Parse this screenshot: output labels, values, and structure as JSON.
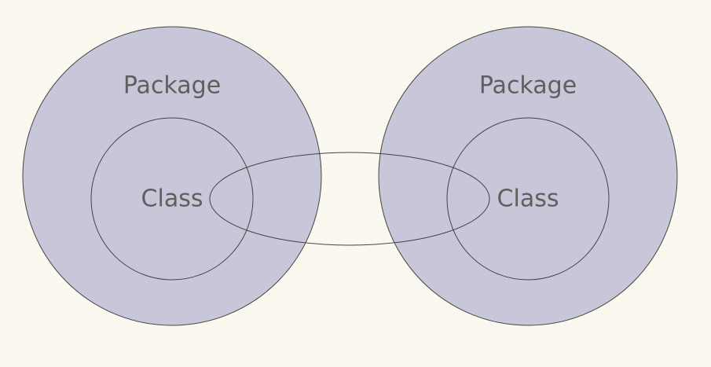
{
  "diagram": {
    "left_package": {
      "label": "Package",
      "inner_label": "Class"
    },
    "right_package": {
      "label": "Package",
      "inner_label": "Class"
    },
    "colors": {
      "background": "#fbf8f0",
      "package_fill": "#c7c7d9",
      "stroke": "#444444",
      "text": "#5f5f5f"
    }
  }
}
